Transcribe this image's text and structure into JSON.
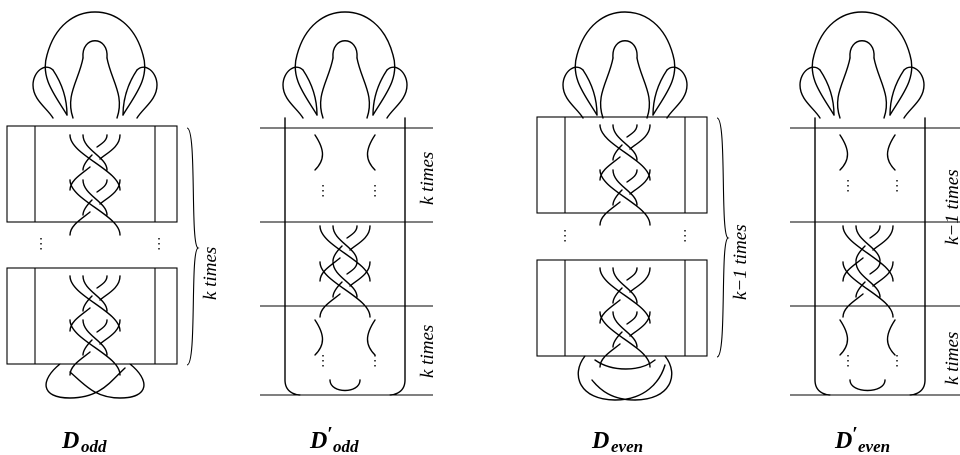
{
  "figure": {
    "panels": [
      {
        "caption_main": "D",
        "caption_sub": "odd",
        "caption_prime": "",
        "labels": [
          "k times"
        ]
      },
      {
        "caption_main": "D",
        "caption_sub": "odd",
        "caption_prime": "′",
        "labels": [
          "k times",
          "k times"
        ]
      },
      {
        "caption_main": "D",
        "caption_sub": "even",
        "caption_prime": "",
        "labels": [
          "k−1 times"
        ]
      },
      {
        "caption_main": "D",
        "caption_sub": "even",
        "caption_prime": "′",
        "labels": [
          "k−1 times",
          "k times"
        ]
      }
    ],
    "ellipsis": "⋮"
  }
}
